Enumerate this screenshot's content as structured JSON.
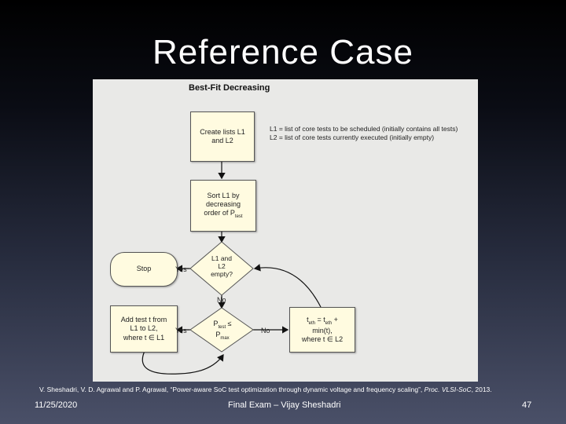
{
  "slide": {
    "title": "Reference Case",
    "figure_title": "Best-Fit Decreasing",
    "citation": {
      "text": "V. Sheshadri, V. D. Agrawal and P. Agrawal, “Power-aware SoC test optimization through dynamic voltage and frequency scaling”, ",
      "venue": "Proc. VLSI-SoC",
      "year": ", 2013."
    },
    "footer": {
      "date": "11/25/2020",
      "center": "Final Exam – Vijay Sheshadri",
      "page": "47"
    }
  },
  "flowchart": {
    "create_lists_line1": "Create lists L1",
    "create_lists_line2": "and L2",
    "legend_line1": "L1 = list of core tests to be scheduled (initially contains all  tests)",
    "legend_line2": "L2 = list of core tests currently executed (initially empty)",
    "sort_line1": "Sort L1 by",
    "sort_line2": "decreasing",
    "sort_line3": "order of P",
    "sort_sub": "test",
    "decision1_line1": "L1 and",
    "decision1_line2": "L2",
    "decision1_line3": "empty?",
    "stop": "Stop",
    "yes1": "Yes",
    "no1": "No",
    "add_line1": "Add test t from",
    "add_line2": "L1 to L2,",
    "add_line3": "where t ∈ L1",
    "yes2": "Yes",
    "decision2_p1": "P",
    "decision2_sub1": "test",
    "decision2_op": " ≤",
    "decision2_p2": "P",
    "decision2_sub2": "max",
    "no2": "No",
    "update_line1a": "t",
    "update_sub1": "eth",
    "update_line1b": " = t",
    "update_sub2": "eth",
    "update_line1c": " +",
    "update_line2": "min(t),",
    "update_line3": "where t ∈ L2"
  }
}
